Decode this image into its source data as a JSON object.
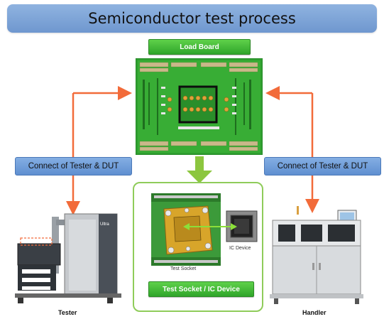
{
  "title": "Semiconductor test process",
  "load_board_label": "Load Board",
  "socket_label": "Test Socket / IC Device",
  "connect_left": "Connect of Tester & DUT",
  "connect_right": "Connect of Tester & DUT",
  "test_socket_caption": "Test Socket",
  "ic_device_caption": "IC Device",
  "tester_label": "Tester",
  "handler_label": "Handler",
  "tester_badge": "Ultra",
  "colors": {
    "banner": "#7fa5d8",
    "label_green": "#3cb534",
    "label_blue": "#6f9ad6",
    "arrow_orange": "#f26b3a",
    "arrow_green": "#8cc63f",
    "board_green": "#2f9e2f",
    "socket_gold": "#d8a52a"
  }
}
